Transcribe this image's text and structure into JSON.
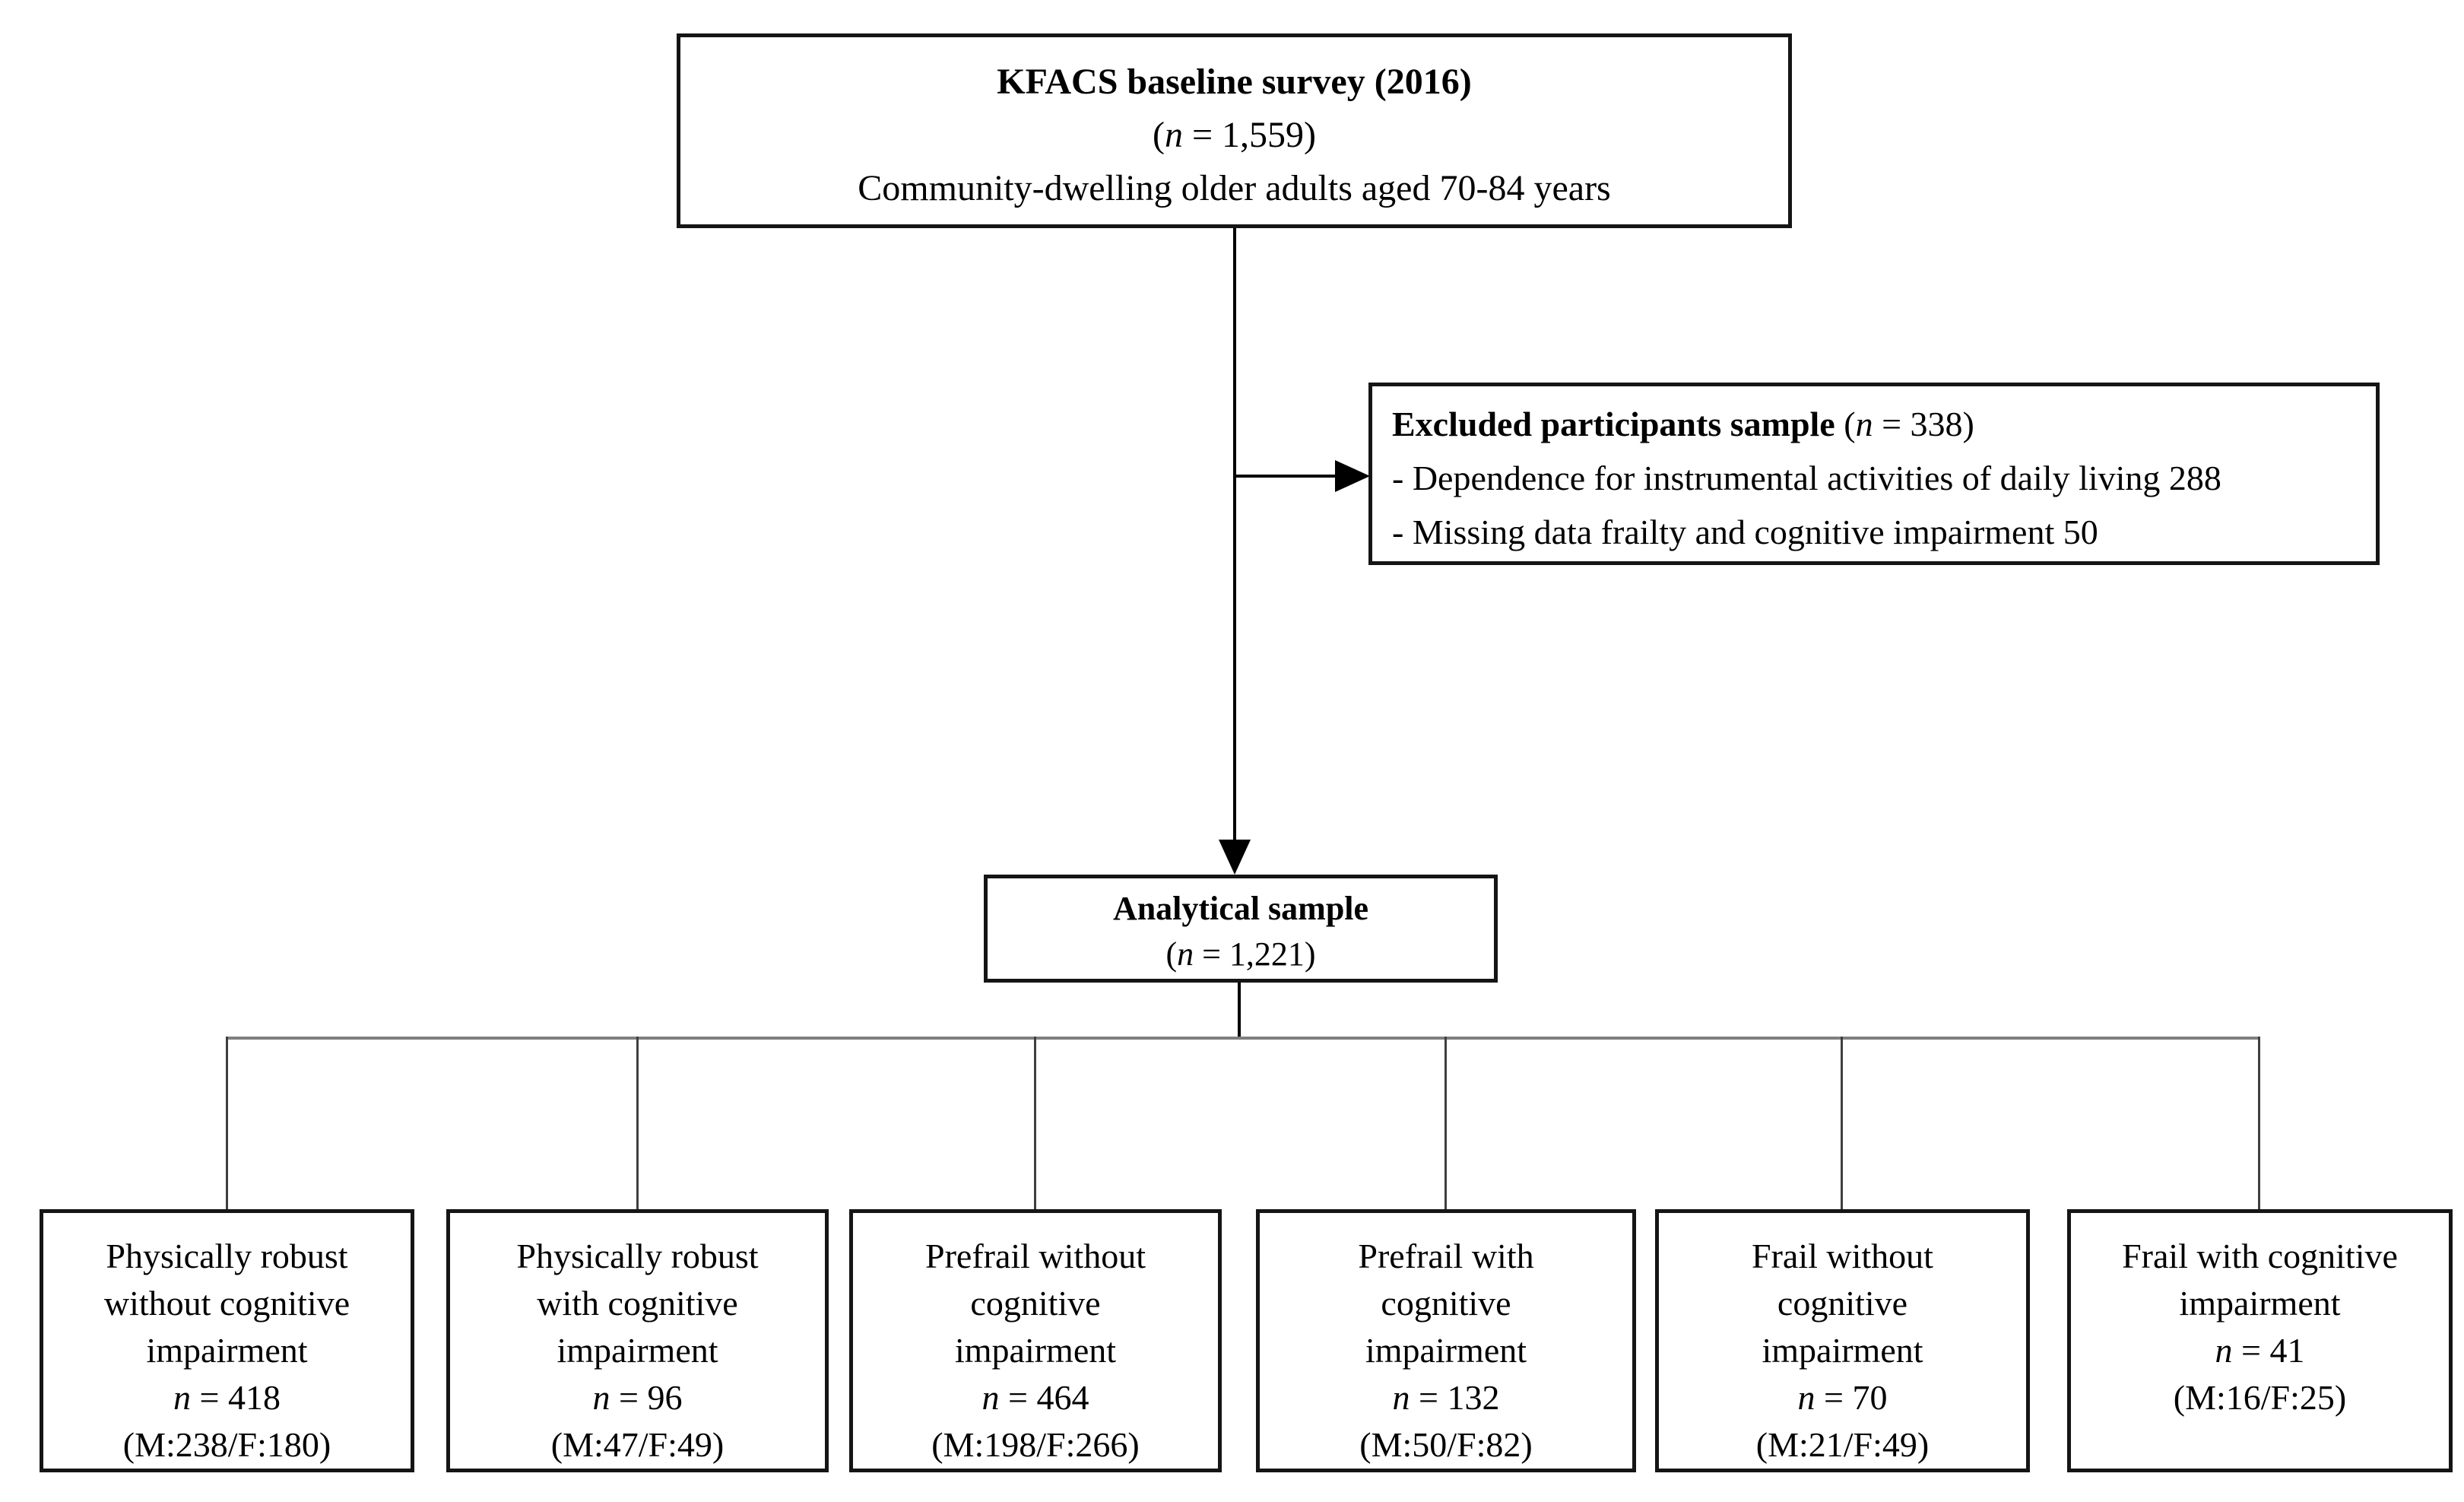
{
  "diagram": {
    "top_box": {
      "title": "KFACS baseline survey (2016)",
      "n_open": "(",
      "n_symbol": "n",
      "n_rest": " = 1,559)",
      "subtitle": "Community-dwelling older adults aged 70-84 years"
    },
    "excluded_box": {
      "title": "Excluded participants sample",
      "n_open": " (",
      "n_symbol": "n",
      "n_rest": " = 338)",
      "items": [
        "- Dependence for instrumental activities of daily living 288",
        "- Missing data frailty and cognitive impairment 50"
      ]
    },
    "analytical_box": {
      "title": "Analytical sample",
      "n_open": "(",
      "n_symbol": "n",
      "n_rest": " = 1,221)"
    },
    "outcome_boxes": [
      {
        "group": "Physically robust\nwithout cognitive\nimpairment",
        "n_symbol": "n",
        "n_rest": " = 418",
        "mf": "(M:238/F:180)"
      },
      {
        "group": "Physically robust\nwith cognitive\nimpairment",
        "n_symbol": "n",
        "n_rest": " = 96",
        "mf": "(M:47/F:49)"
      },
      {
        "group": "Prefrail without\ncognitive\nimpairment",
        "n_symbol": "n",
        "n_rest": " = 464",
        "mf": "(M:198/F:266)"
      },
      {
        "group": "Prefrail with\ncognitive\nimpairment",
        "n_symbol": "n",
        "n_rest": " = 132",
        "mf": "(M:50/F:82)"
      },
      {
        "group": "Frail without\ncognitive\nimpairment",
        "n_symbol": "n",
        "n_rest": " = 70",
        "mf": "(M:21/F:49)"
      },
      {
        "group": "Frail with cognitive\nimpairment",
        "n_symbol": "n",
        "n_rest": " = 41",
        "mf": "(M:16/F:25)"
      }
    ],
    "colors": {
      "border": "#151515",
      "stem_line": "#000000",
      "distributor_line": "#7f7f7f",
      "background": "#ffffff"
    }
  }
}
